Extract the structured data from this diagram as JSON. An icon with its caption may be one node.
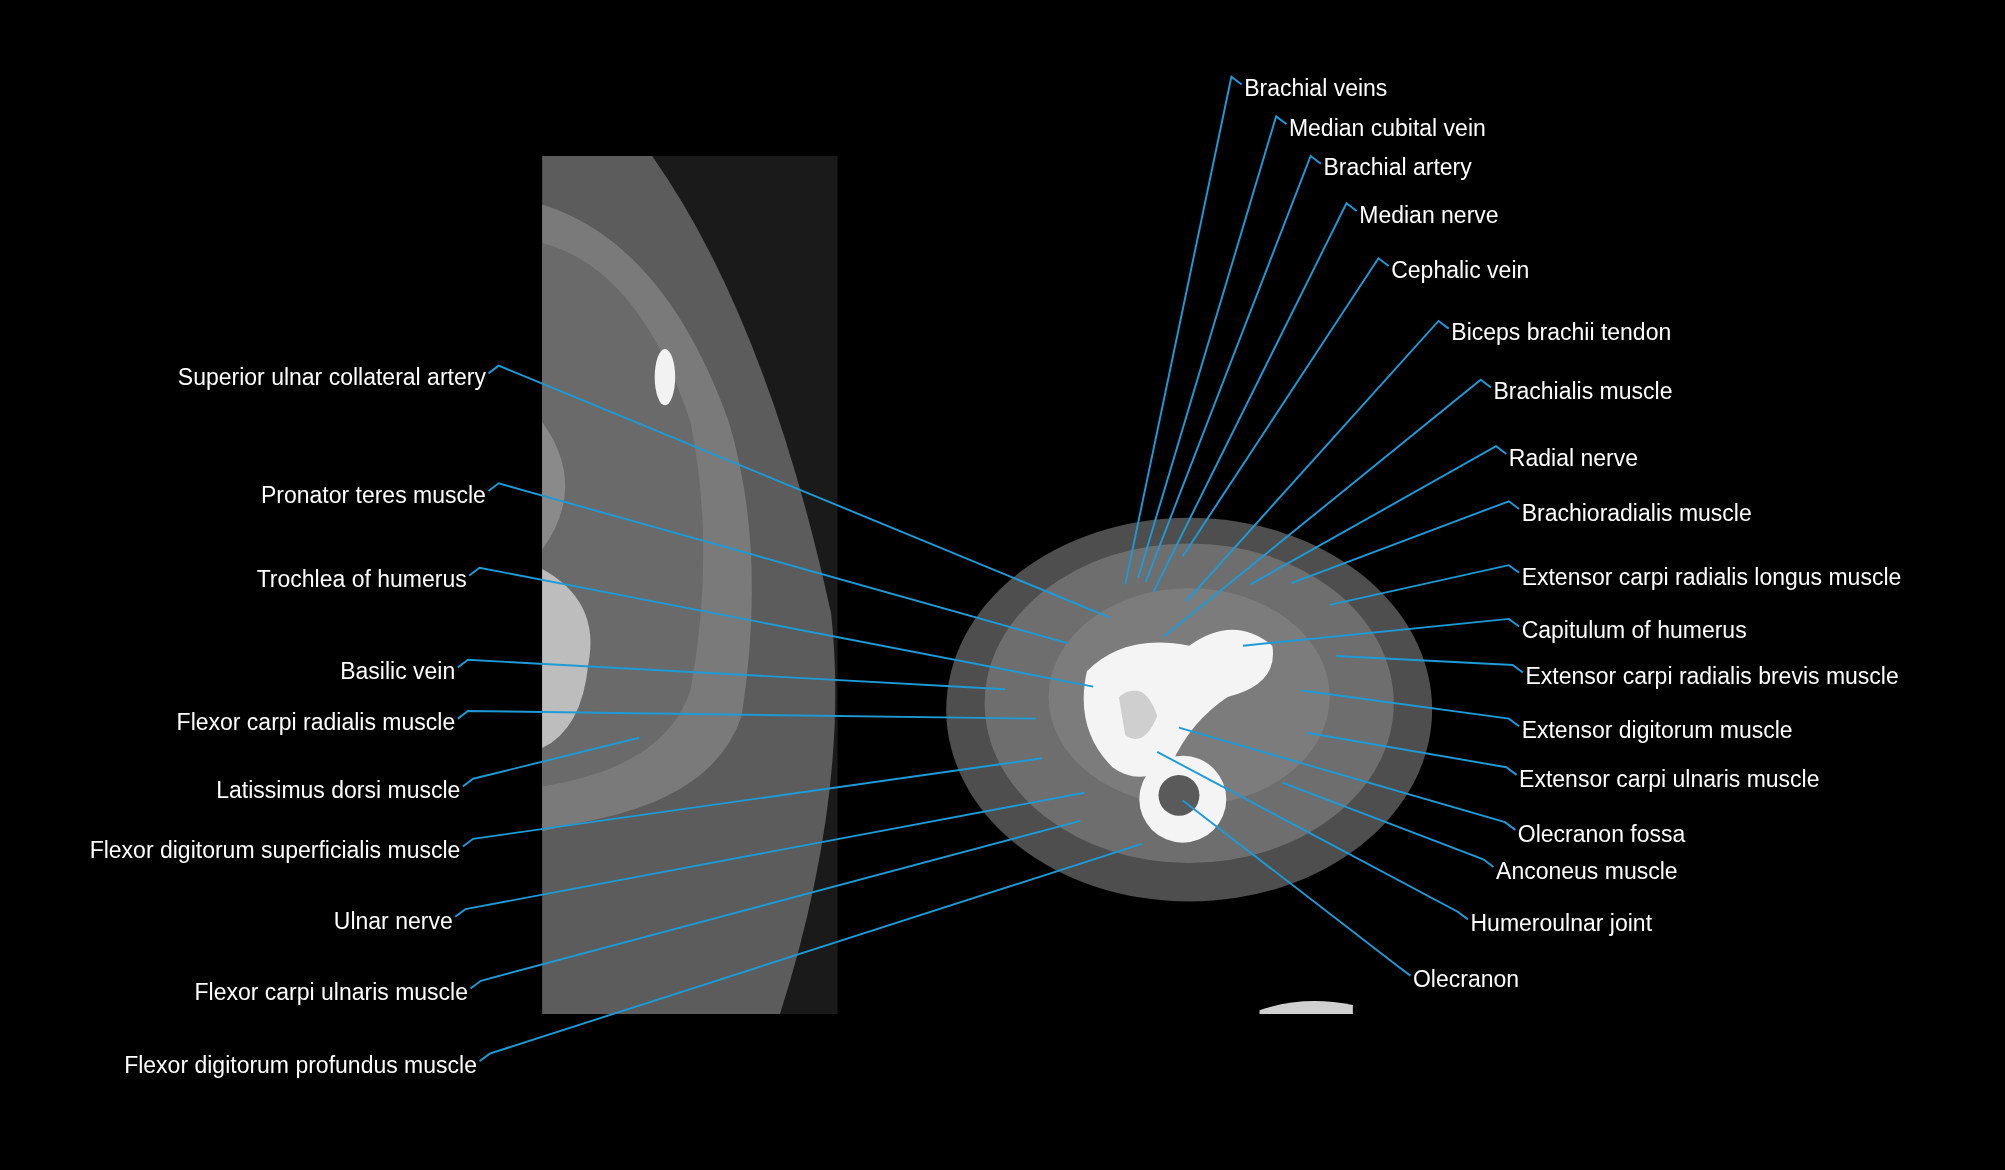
{
  "diagram": {
    "nodes": [
      {
        "text": [
          "Superior ulnar collateral artery"
        ]
      },
      {
        "text": [
          "Pronator teres muscle"
        ]
      },
      {
        "text": [
          "Trochlea of humerus"
        ]
      },
      {
        "text": [
          "Basilic vein"
        ]
      },
      {
        "text": [
          "Flexor carpi radialis muscle"
        ]
      },
      {
        "text": [
          "Latissimus dorsi muscle"
        ]
      },
      {
        "text": [
          "Flexor digitorum superficialis muscle"
        ]
      },
      {
        "text": [
          "Ulnar nerve"
        ]
      },
      {
        "text": [
          "Flexor carpi ulnaris muscle"
        ]
      },
      {
        "text": [
          "Flexor digitorum profundus muscle"
        ]
      },
      {
        "text": [
          "Brachial veins"
        ]
      },
      {
        "text": [
          "Median cubital vein"
        ]
      },
      {
        "text": [
          "Brachial artery"
        ]
      },
      {
        "text": [
          "Median nerve"
        ]
      },
      {
        "text": [
          "Cephalic vein"
        ]
      },
      {
        "text": [
          "Biceps brachii tendon"
        ]
      },
      {
        "text": [
          "Brachialis muscle"
        ]
      },
      {
        "text": [
          "Radial nerve"
        ]
      },
      {
        "text": [
          "Brachioradialis muscle"
        ]
      },
      {
        "text": [
          "Extensor carpi radialis longus muscle"
        ]
      },
      {
        "text": [
          "Capitulum of humerus"
        ]
      },
      {
        "text": [
          "Extensor carpi radialis brevis muscle"
        ]
      },
      {
        "text": [
          "Extensor digitorum muscle"
        ]
      },
      {
        "text": [
          "Extensor carpi ulnaris muscle"
        ]
      },
      {
        "text": [
          "Olecranon fossa"
        ]
      },
      {
        "text": [
          "Anconeus muscle"
        ]
      },
      {
        "text": [
          "Humeroulnar joint"
        ]
      },
      {
        "text": [
          "Olecranon"
        ]
      }
    ],
    "edges": [
      {
        "from": 0,
        "to": null,
        "arrow": "none"
      },
      {
        "from": 1,
        "to": null,
        "arrow": "none"
      },
      {
        "from": 2,
        "to": null,
        "arrow": "none"
      },
      {
        "from": 3,
        "to": null,
        "arrow": "none"
      },
      {
        "from": 4,
        "to": null,
        "arrow": "none"
      },
      {
        "from": 5,
        "to": null,
        "arrow": "none"
      },
      {
        "from": 6,
        "to": null,
        "arrow": "none"
      },
      {
        "from": 7,
        "to": null,
        "arrow": "none"
      },
      {
        "from": 8,
        "to": null,
        "arrow": "none"
      },
      {
        "from": 9,
        "to": null,
        "arrow": "none"
      },
      {
        "from": 10,
        "to": null,
        "arrow": "none"
      },
      {
        "from": 11,
        "to": null,
        "arrow": "none"
      },
      {
        "from": 12,
        "to": null,
        "arrow": "none"
      },
      {
        "from": 13,
        "to": null,
        "arrow": "none"
      },
      {
        "from": 14,
        "to": null,
        "arrow": "none"
      },
      {
        "from": 15,
        "to": null,
        "arrow": "none"
      },
      {
        "from": 16,
        "to": null,
        "arrow": "none"
      },
      {
        "from": 17,
        "to": null,
        "arrow": "none"
      },
      {
        "from": 18,
        "to": null,
        "arrow": "none"
      },
      {
        "from": 19,
        "to": null,
        "arrow": "none"
      },
      {
        "from": 20,
        "to": null,
        "arrow": "none"
      },
      {
        "from": 21,
        "to": null,
        "arrow": "none"
      },
      {
        "from": 22,
        "to": null,
        "arrow": "none"
      },
      {
        "from": 23,
        "to": null,
        "arrow": "none"
      },
      {
        "from": 24,
        "to": null,
        "arrow": "none"
      },
      {
        "from": 25,
        "to": null,
        "arrow": "none"
      },
      {
        "from": 26,
        "to": null,
        "arrow": "none"
      },
      {
        "from": 27,
        "to": null,
        "arrow": "none"
      }
    ]
  }
}
